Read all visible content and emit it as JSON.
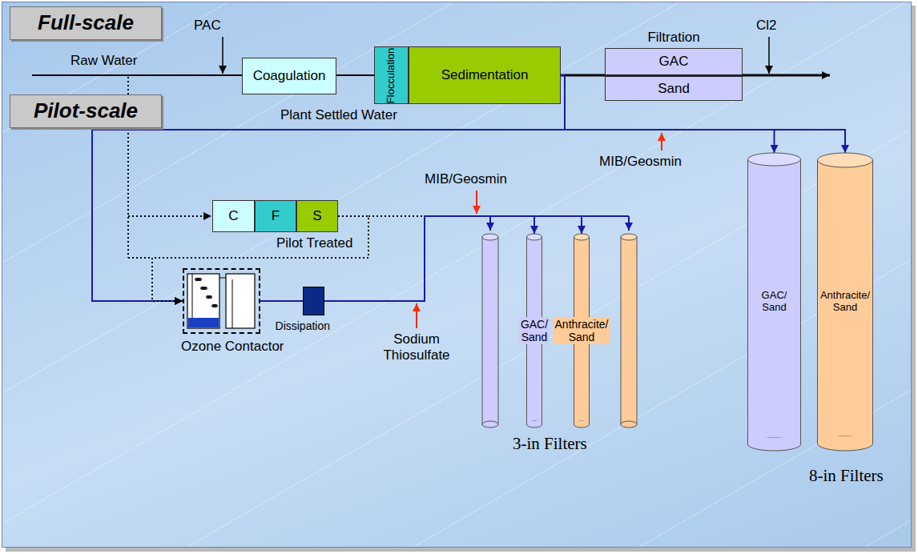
{
  "diagram": {
    "nodes": [
      {
        "text": [
          "Full-scale"
        ]
      },
      {
        "text": [
          "Pilot-scale"
        ]
      },
      {
        "text": [
          "Coagulation"
        ]
      },
      {
        "text": [
          "Flocculation"
        ]
      },
      {
        "text": [
          "Sedimentation"
        ]
      },
      {
        "text": [
          "Filtration",
          "GAC",
          "Sand"
        ]
      },
      {
        "text": [
          "C"
        ]
      },
      {
        "text": [
          "F"
        ]
      },
      {
        "text": [
          "S"
        ]
      },
      {
        "text": [
          "Ozone Contactor"
        ]
      },
      {
        "text": [
          "Dissipation"
        ]
      },
      {
        "text": [
          "GAC/ Sand"
        ]
      },
      {
        "text": [
          "Anthracite/ Sand"
        ]
      },
      {
        "text": [
          "GAC/ Sand"
        ]
      },
      {
        "text": [
          "Anthracite/ Sand"
        ]
      }
    ],
    "edges": [
      {
        "from": 4,
        "to": 5,
        "arrow": "none"
      },
      {
        "from": 4,
        "to": 13,
        "arrow": "to"
      },
      {
        "from": 4,
        "to": 14,
        "arrow": "to"
      },
      {
        "from": 4,
        "to": 9,
        "arrow": "to"
      },
      {
        "from": 8,
        "to": 9,
        "arrow": "to"
      },
      {
        "from": 9,
        "to": 10,
        "arrow": "none"
      },
      {
        "from": 10,
        "to": 11,
        "arrow": "to"
      },
      {
        "from": 10,
        "to": 12,
        "arrow": "to"
      }
    ],
    "labels": [
      "PAC",
      "Raw Water",
      "Cl2",
      "Plant Settled Water",
      "MIB/Geosmin",
      "MIB/Geosmin",
      "Pilot Treated",
      "Sodium Thiosulfate",
      "3-in Filters",
      "8-in Filters"
    ]
  }
}
